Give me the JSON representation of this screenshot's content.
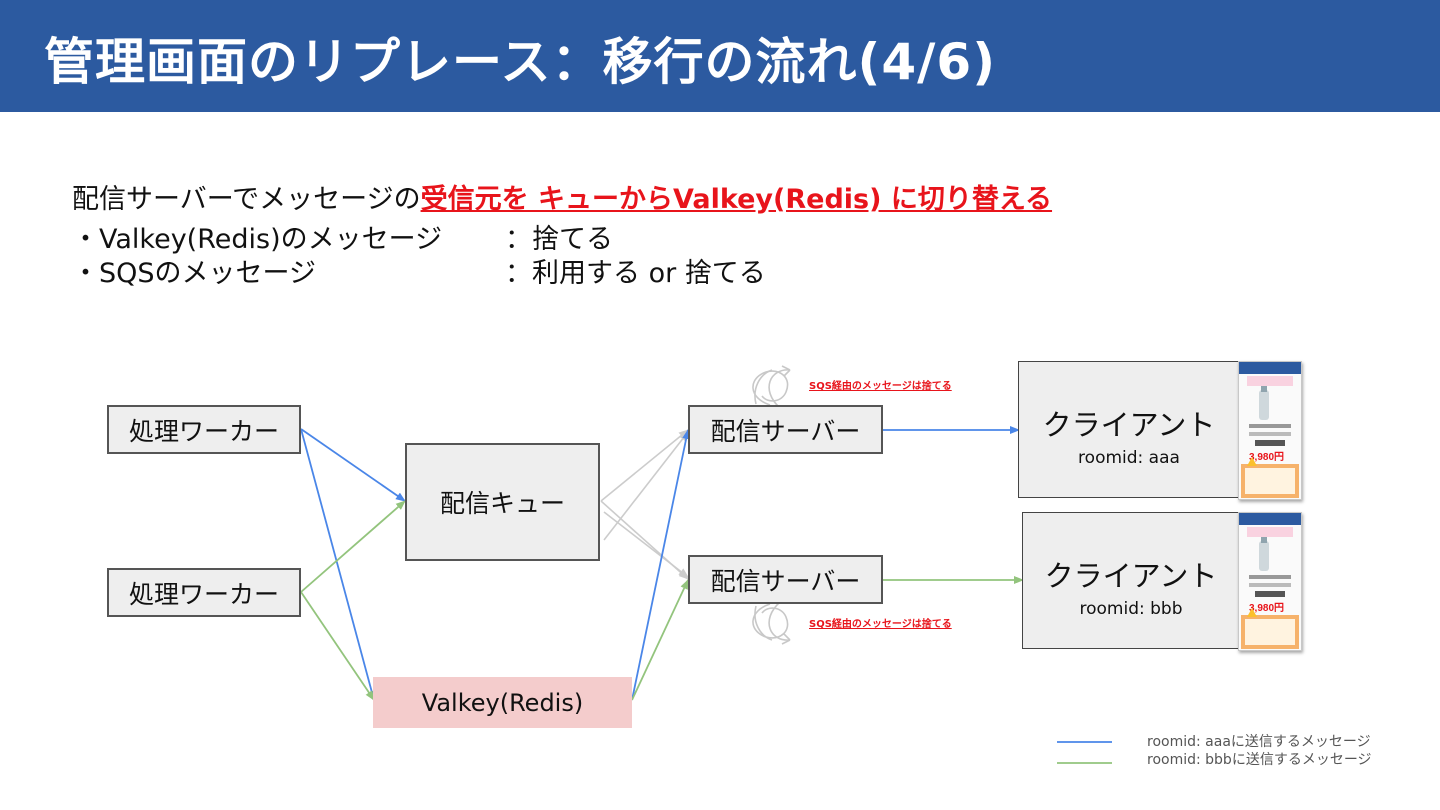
{
  "title": "管理画面のリプレース：移行の流れ(4/6)",
  "intro": {
    "lead": "配信サーバーでメッセージの",
    "highlight": "受信元を キューからValkey(Redis) に切り替える"
  },
  "bullets": [
    {
      "label": "・Valkey(Redis)のメッセージ",
      "action": "：捨てる"
    },
    {
      "label": "・SQSのメッセージ",
      "action": "：利用する or 捨てる"
    }
  ],
  "diagram": {
    "worker1": "処理ワーカー",
    "worker2": "処理ワーカー",
    "queue": "配信キュー",
    "valkey": "Valkey(Redis)",
    "server1": "配信サーバー",
    "server2": "配信サーバー",
    "discard_note_1": "SQS経由のメッセージは捨てる",
    "discard_note_2": "SQS経由のメッセージは捨てる",
    "client1": {
      "title": "クライアント",
      "room": "roomid: aaa"
    },
    "client2": {
      "title": "クライアント",
      "room": "roomid: bbb"
    },
    "thumbnail": {
      "price": "3,980円"
    }
  },
  "legend": [
    {
      "color": "#4a86e8",
      "label": "roomid: aaaに送信するメッセージ"
    },
    {
      "color": "#93c47d",
      "label": "roomid: bbbに送信するメッセージ"
    }
  ],
  "colors": {
    "blue": "#4a86e8",
    "green": "#93c47d",
    "grey": "#cccccc",
    "accent": "#e8141b",
    "header": "#2c5aa0"
  }
}
